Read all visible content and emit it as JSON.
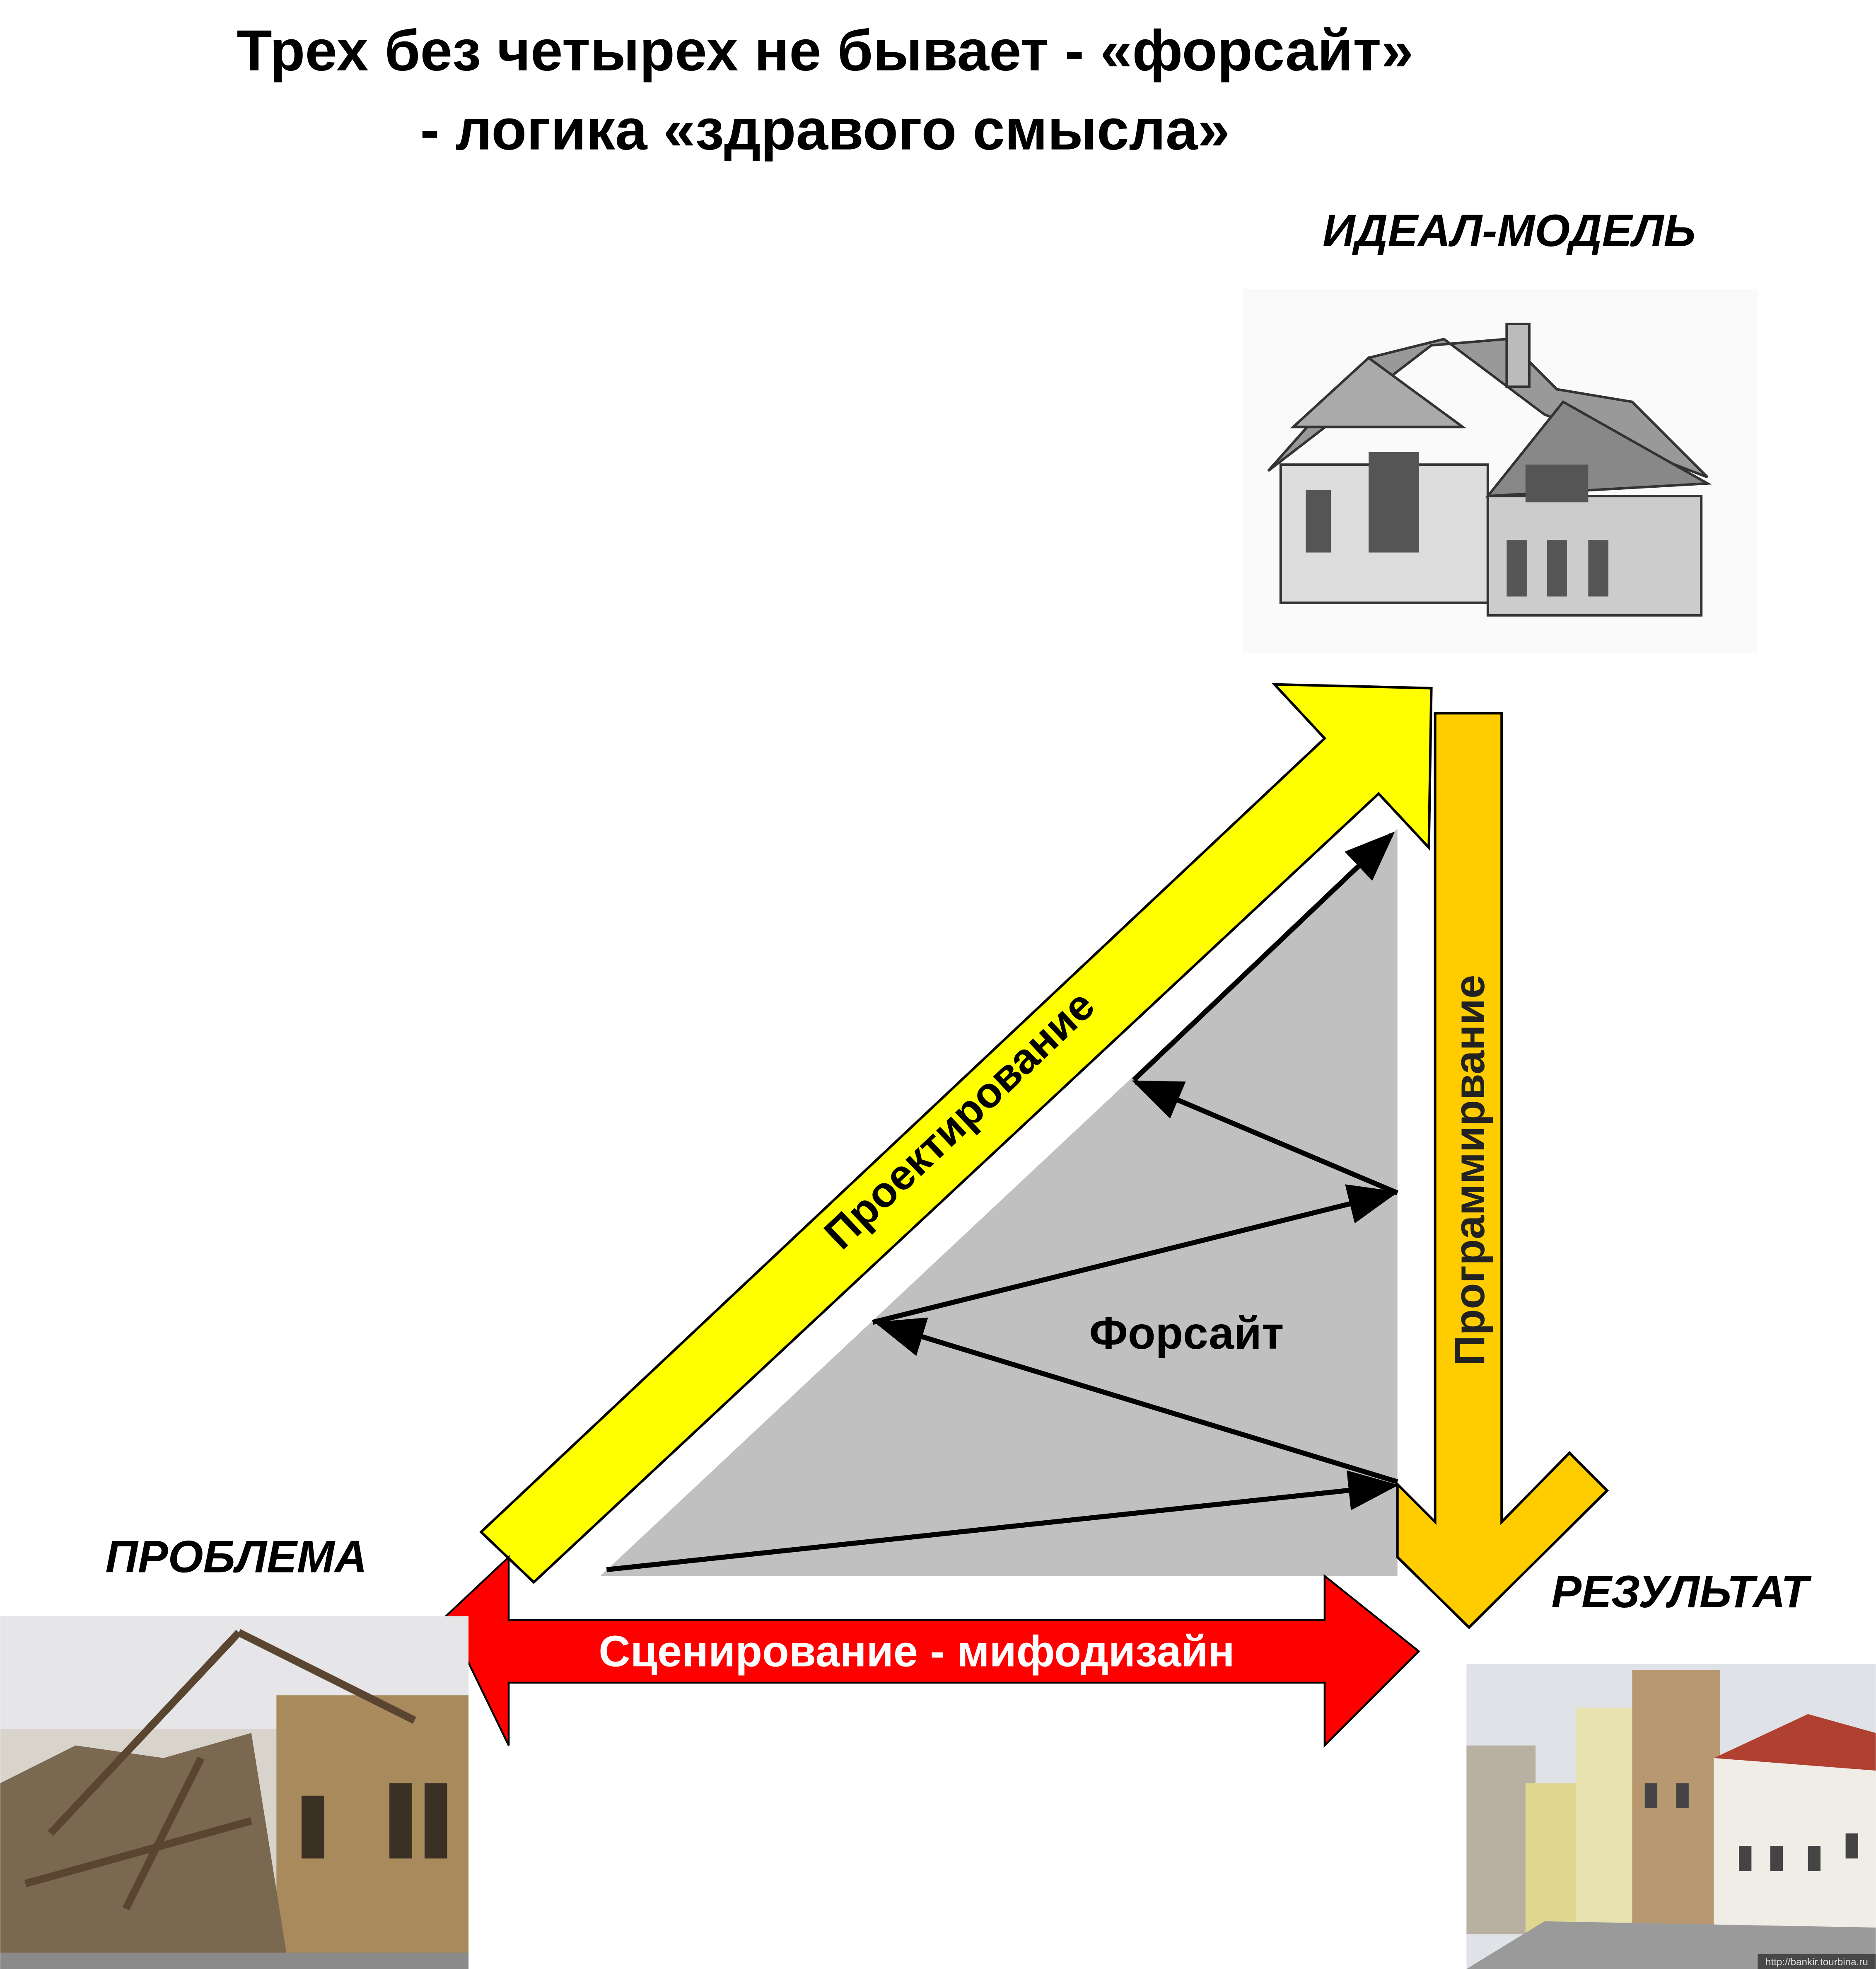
{
  "title": {
    "line1": "Трех без четырех  не бывает - «форсайт»",
    "line2": "- логика «здравого смысла»"
  },
  "labels": {
    "ideal": "ИДЕАЛ-МОДЕЛЬ",
    "problem": "ПРОБЛЕМА",
    "result": "РЕЗУЛЬТАТ",
    "foresight": "Форсайт"
  },
  "arrows": {
    "design": {
      "label": "Проектирование",
      "color": "#FFFF00"
    },
    "programming": {
      "label": "Программирвание",
      "color": "#FFCC00"
    },
    "scenario": {
      "label": "Сценирование - мифодизайн",
      "color": "#FF0000"
    }
  },
  "colors": {
    "triangle": "#C0C0C0"
  },
  "images": {
    "watermark": "http://bankir.tourbina.ru"
  }
}
